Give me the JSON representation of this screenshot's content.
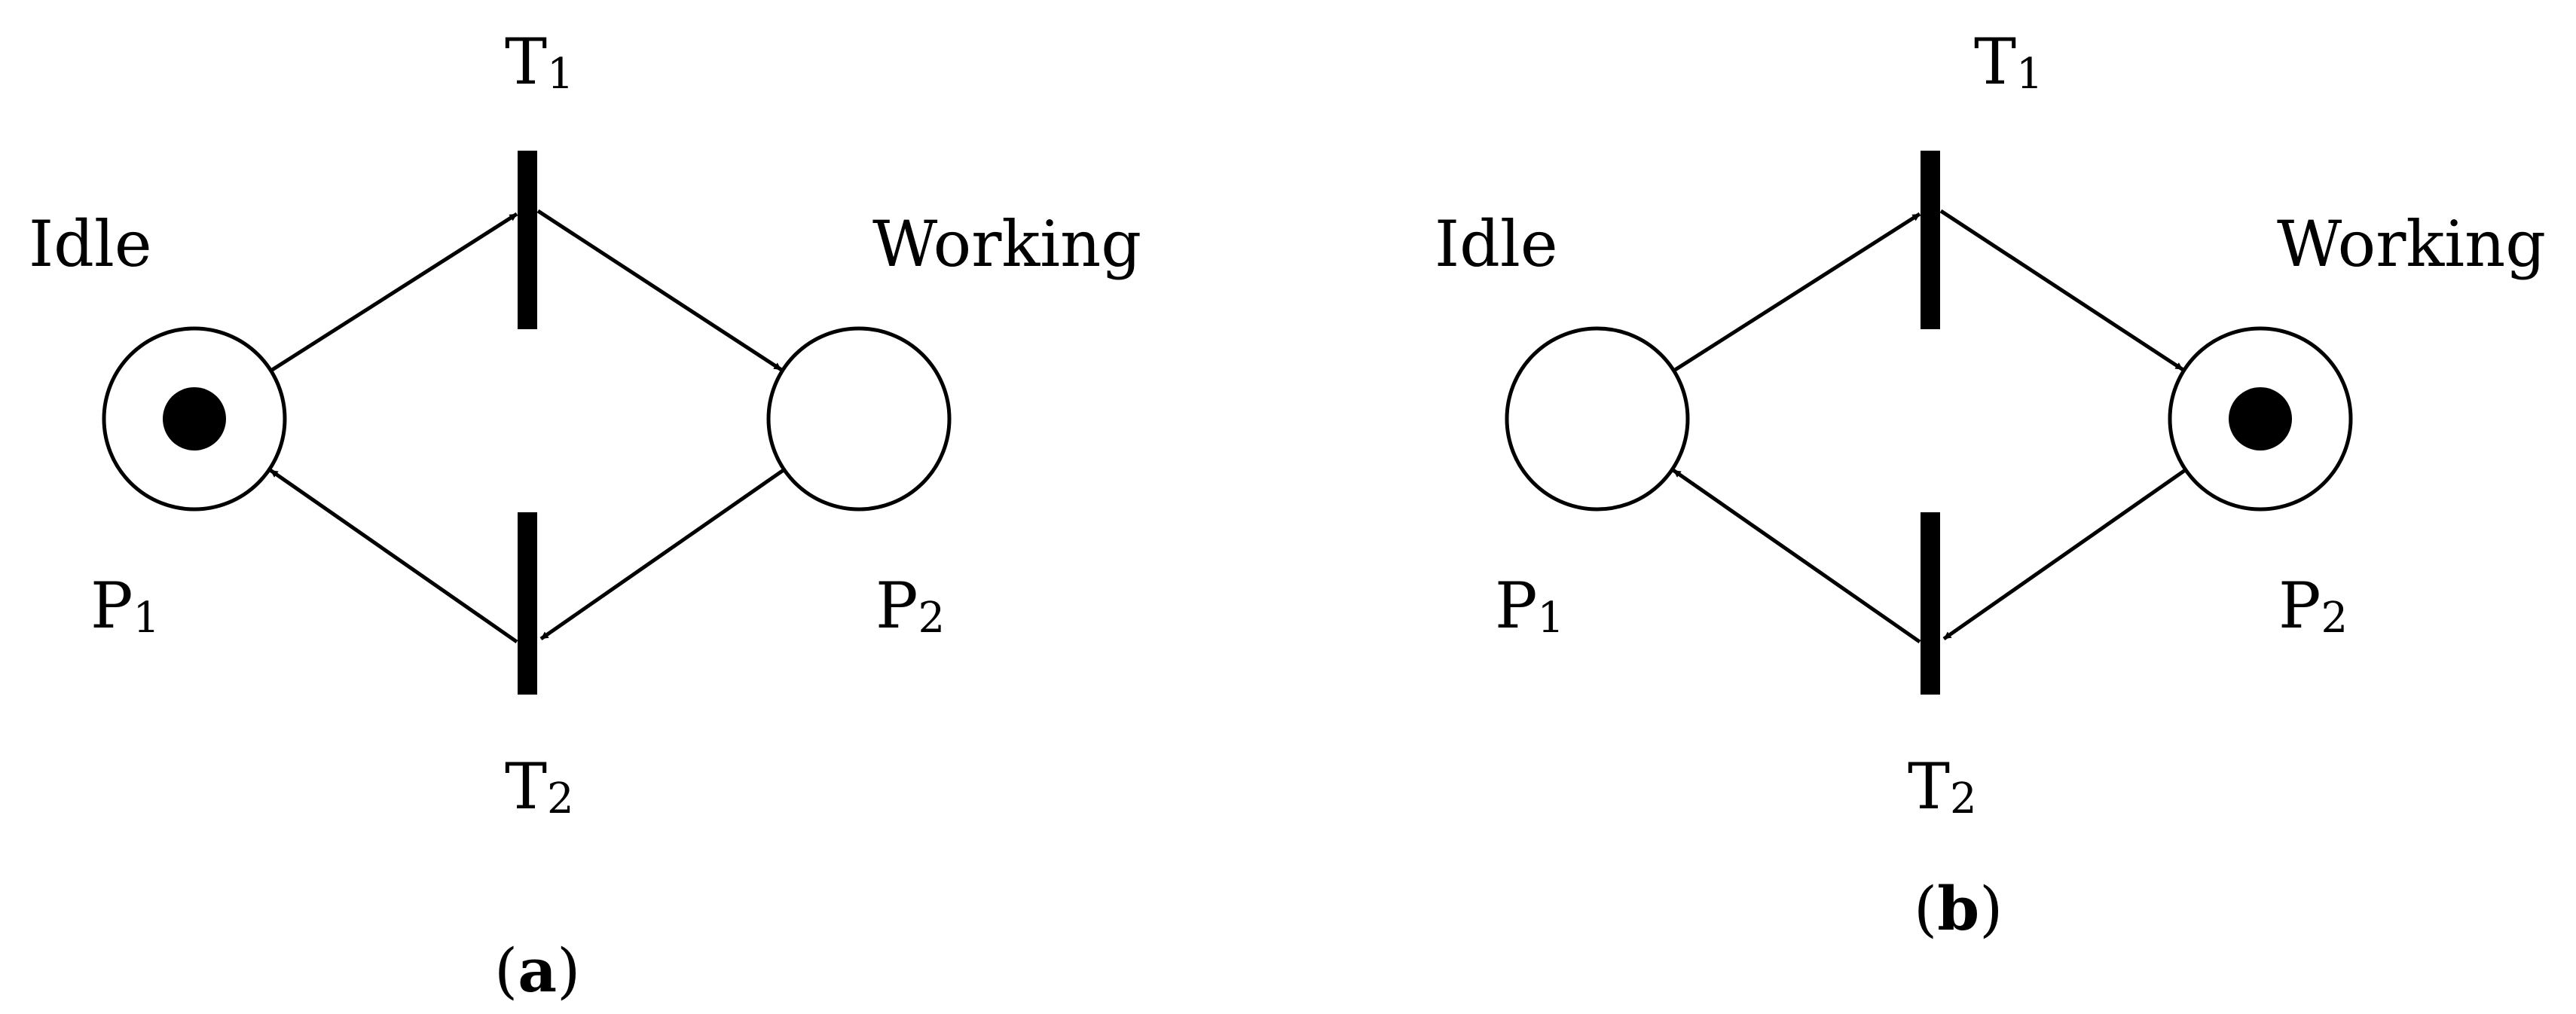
{
  "panels": [
    {
      "id": "a",
      "caption": {
        "open": "(",
        "letter": "a",
        "close": ")"
      },
      "places": [
        {
          "name": "Idle",
          "label_main": "P",
          "label_sub": "1",
          "tokens": 1
        },
        {
          "name": "Working",
          "label_main": "P",
          "label_sub": "2",
          "tokens": 0
        }
      ],
      "transitions": [
        {
          "label_main": "T",
          "label_sub": "1"
        },
        {
          "label_main": "T",
          "label_sub": "2"
        }
      ]
    },
    {
      "id": "b",
      "caption": {
        "open": "(",
        "letter": "b",
        "close": ")"
      },
      "places": [
        {
          "name": "Idle",
          "label_main": "P",
          "label_sub": "1",
          "tokens": 0
        },
        {
          "name": "Working",
          "label_main": "P",
          "label_sub": "2",
          "tokens": 1
        }
      ],
      "transitions": [
        {
          "label_main": "T",
          "label_sub": "1"
        },
        {
          "label_main": "T",
          "label_sub": "2"
        }
      ]
    }
  ],
  "colors": {
    "stroke": "#000000",
    "fill": "#ffffff",
    "token": "#000000"
  }
}
